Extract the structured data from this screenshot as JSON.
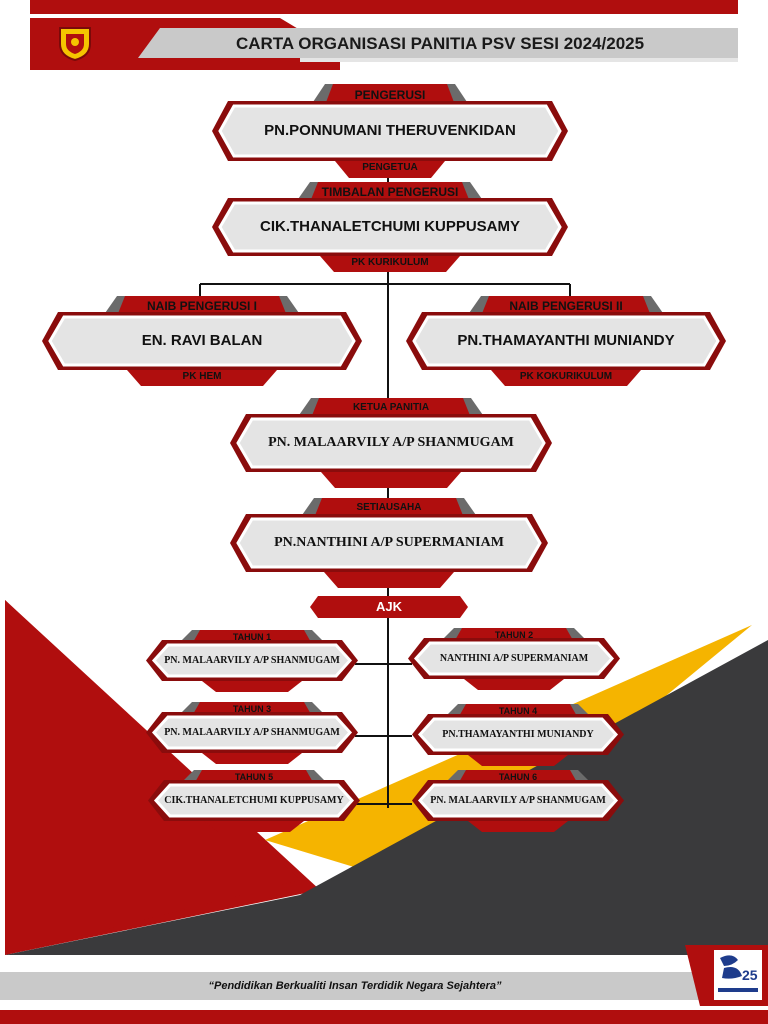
{
  "header": {
    "title": "CARTA ORGANISASI PANITIA PSV SESI 2024/2025"
  },
  "footer": {
    "motto": "“Pendidikan Berkualiti Insan Terdidik Negara Sejahtera”"
  },
  "colors": {
    "red": "#b00e0e",
    "dark_red": "#7a0a0a",
    "gold": "#f5b400",
    "dark_grey": "#3a3a3c",
    "light_grey": "#c8c8c8"
  },
  "org": {
    "pengerusi": {
      "role": "PENGERUSI",
      "name": "PN.PONNUMANI THERUVENKIDAN",
      "position": "PENGETUA"
    },
    "timbalan": {
      "role": "TIMBALAN PENGERUSI",
      "name": "CIK.THANALETCHUMI KUPPUSAMY",
      "position": "PK KURIKULUM"
    },
    "naib1": {
      "role": "NAIB PENGERUSI  I",
      "name": "EN. RAVI BALAN",
      "position": "PK HEM"
    },
    "naib2": {
      "role": "NAIB PENGERUSI  II",
      "name": "PN.THAMAYANTHI MUNIANDY",
      "position": "PK KOKURIKULUM"
    },
    "ketua": {
      "role": "KETUA PANITIA",
      "name": "PN. MALAARVILY A/P SHANMUGAM"
    },
    "setiausaha": {
      "role": "SETIAUSAHA",
      "name": "PN.NANTHINI A/P SUPERMANIAM"
    },
    "ajk_label": "AJK",
    "ajk": [
      {
        "role": "TAHUN 1",
        "name": "PN. MALAARVILY A/P SHANMUGAM"
      },
      {
        "role": "TAHUN 2",
        "name": "NANTHINI A/P SUPERMANIAM"
      },
      {
        "role": "TAHUN 3",
        "name": "PN. MALAARVILY A/P SHANMUGAM"
      },
      {
        "role": "TAHUN 4",
        "name": "PN.THAMAYANTHI MUNIANDY"
      },
      {
        "role": "TAHUN 5",
        "name": "CIK.THANALETCHUMI KUPPUSAMY"
      },
      {
        "role": "TAHUN 6",
        "name": "PN. MALAARVILY A/P SHANMUGAM"
      }
    ]
  },
  "logos": {
    "school_crest": "school-crest-icon",
    "ministry_logo": "ministry-25-logo-icon"
  }
}
